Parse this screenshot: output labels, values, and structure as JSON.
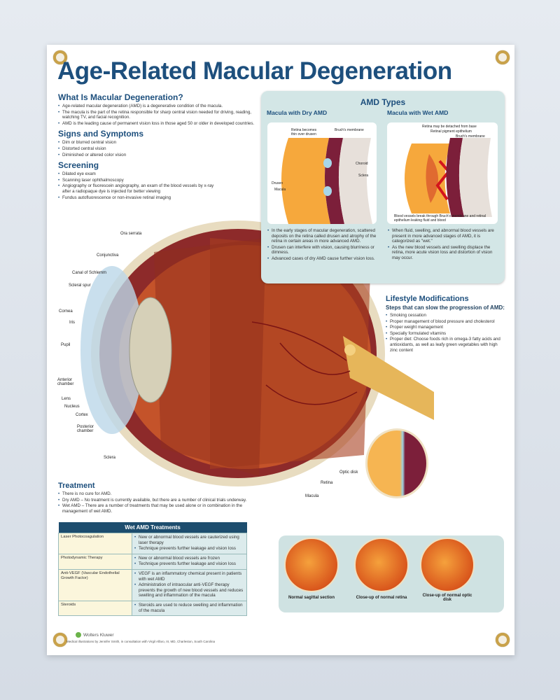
{
  "title": "Age-Related Macular Degeneration",
  "what_is": {
    "heading": "What Is Macular Degeneration?",
    "items": [
      "Age-related macular degeneration (AMD) is a degenerative condition of the macula.",
      "The macula is the part of the retina responsible for sharp central vision needed for driving, reading, watching TV, and facial recognition.",
      "AMD is the leading cause of permanent vision loss in those aged 50 or older in developed countries."
    ]
  },
  "signs": {
    "heading": "Signs and Symptoms",
    "items": [
      "Dim or blurred central vision",
      "Distorted central vision",
      "Diminished or altered color vision"
    ]
  },
  "screening": {
    "heading": "Screening",
    "items": [
      "Dilated eye exam",
      "Scanning laser ophthalmoscopy",
      "Angiography or fluorescein angiography, an exam of the blood vessels by x-ray after a radiopaque dye is injected for better viewing",
      "Fundus autofluorescence or non-invasive retinal imaging"
    ]
  },
  "amd_types": {
    "heading": "AMD Types",
    "dry": {
      "title": "Macula with Dry AMD",
      "labels": [
        "Retina becomes thin over drusen",
        "Bruch's membrane",
        "Choroid",
        "Sclera",
        "Drusen",
        "Macula"
      ],
      "items": [
        "In the early stages of macular degeneration, scattered deposits on the retina called drusen and atrophy of the retina in certain areas in more advanced AMD.",
        "Drusen can interfere with vision, causing blurriness or dimness.",
        "Advanced cases of dry AMD cause further vision loss."
      ]
    },
    "wet": {
      "title": "Macula with Wet AMD",
      "labels": [
        "Retina may be detached from base",
        "Retinal pigment epithelium",
        "Bruch's membrane",
        "Blood vessels break through Bruch's membrane and retinal epithelium leaking fluid and blood"
      ],
      "items": [
        "When fluid, swelling, and abnormal blood vessels are present in more advanced stages of AMD, it is categorized as \"wet.\"",
        "As the new blood vessels and swelling displace the retina, more acute vision loss and distortion of vision may occur."
      ]
    }
  },
  "eye_labels": {
    "ora_serrata": "Ora serrata",
    "conjunctiva": "Conjunctiva",
    "canal": "Canal of Schlemm",
    "scleral_spur": "Scleral spur",
    "cornea": "Cornea",
    "iris": "Iris",
    "pupil": "Pupil",
    "anterior": "Anterior chamber",
    "lens": "Lens",
    "nucleus": "Nucleus",
    "cortex": "Cortex",
    "posterior": "Posterior chamber",
    "sclera": "Sclera",
    "macula": "Macula",
    "retina": "Retina",
    "optic_disk": "Optic disk"
  },
  "lifestyle": {
    "heading": "Lifestyle Modifications",
    "subheading": "Steps that can slow the progression of AMD:",
    "items": [
      "Smoking cessation",
      "Proper management of blood pressure and cholesterol",
      "Proper weight management",
      "Specially formulated vitamins",
      "Proper diet: Choose foods rich in omega-3 fatty acids and antioxidants, as well as leafy green vegetables with high zinc content"
    ]
  },
  "treatment": {
    "heading": "Treatment",
    "items": [
      "There is no cure for AMD.",
      "Dry AMD – No treatment is currently available, but there are a number of clinical trials underway.",
      "Wet AMD – There are a number of treatments that may be used alone or in combination in the management of wet AMD."
    ]
  },
  "table": {
    "header": "Wet AMD Treatments",
    "rows": [
      {
        "name": "Laser Photocoagulation",
        "points": [
          "New or abnormal blood vessels are cauterized using laser therapy",
          "Technique prevents further leakage and vision loss"
        ]
      },
      {
        "name": "Photodynamic Therapy",
        "points": [
          "New or abnormal blood vessels are frozen",
          "Technique prevents further leakage and vision loss"
        ]
      },
      {
        "name": "Anti-VEGF (Vascular Endothelial Growth Factor)",
        "points": [
          "VEGF is an inflammatory chemical present in patients with wet AMD",
          "Administration of intraocular anti-VEGF therapy prevents the growth of new blood vessels and reduces swelling and inflammation of the macula"
        ]
      },
      {
        "name": "Steroids",
        "points": [
          "Steroids are used to reduce swelling and inflammation of the macula"
        ]
      }
    ]
  },
  "views": [
    "Normal sagittal section",
    "Close-up of normal retina",
    "Close-up of normal optic disk"
  ],
  "footer": {
    "brand": "Wolters Kluwer",
    "credit": "Medical illustrations by Jennifer Smith, in consultation with Virgil Alfaro, III, MD, Charleston, South Carolina"
  }
}
